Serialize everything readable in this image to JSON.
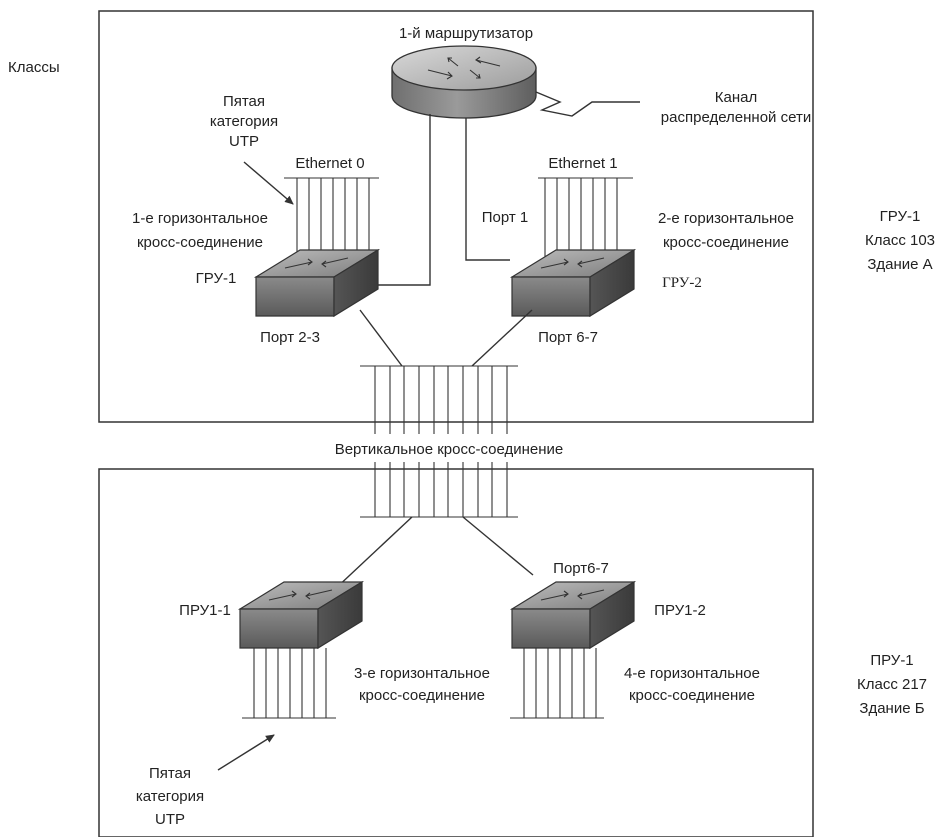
{
  "labels": {
    "classes": "Классы",
    "router": "1-й маршрутизатор",
    "wan_line1": "Канал",
    "wan_line2": "распределенной сети",
    "utp_top_line1": "Пятая",
    "utp_top_line2": "категория",
    "utp_top_line3": "UTP",
    "ethernet0": "Ethernet 0",
    "ethernet1": "Ethernet 1",
    "hcc1_line1": "1-е горизонтальное",
    "hcc1_line2": "кросс-соединение",
    "hcc2_line1": "2-е горизонтальное",
    "hcc2_line2": "кросс-соединение",
    "port1": "Порт 1",
    "gru1": "ГРУ-1",
    "gru2": "ГРУ-2",
    "port_2_3": "Порт 2-3",
    "port_6_7": "Порт 6-7",
    "building_a_line1": "ГРУ-1",
    "building_a_line2": "Класс 103",
    "building_a_line3": "Здание А",
    "vertical_cc": "Вертикальное кросс-соединение",
    "port_6_7_b": "Порт6-7",
    "pru1_1": "ПРУ1-1",
    "pru1_2": "ПРУ1-2",
    "hcc3_line1": "3-е горизонтальное",
    "hcc3_line2": "кросс-соединение",
    "hcc4_line1": "4-е горизонтальное",
    "hcc4_line2": "кросс-соединение",
    "building_b_line1": "ПРУ-1",
    "building_b_line2": "Класс 217",
    "building_b_line3": "Здание Б",
    "utp_bottom_line1": "Пятая",
    "utp_bottom_line2": "категория",
    "utp_bottom_line3": "UTP"
  }
}
